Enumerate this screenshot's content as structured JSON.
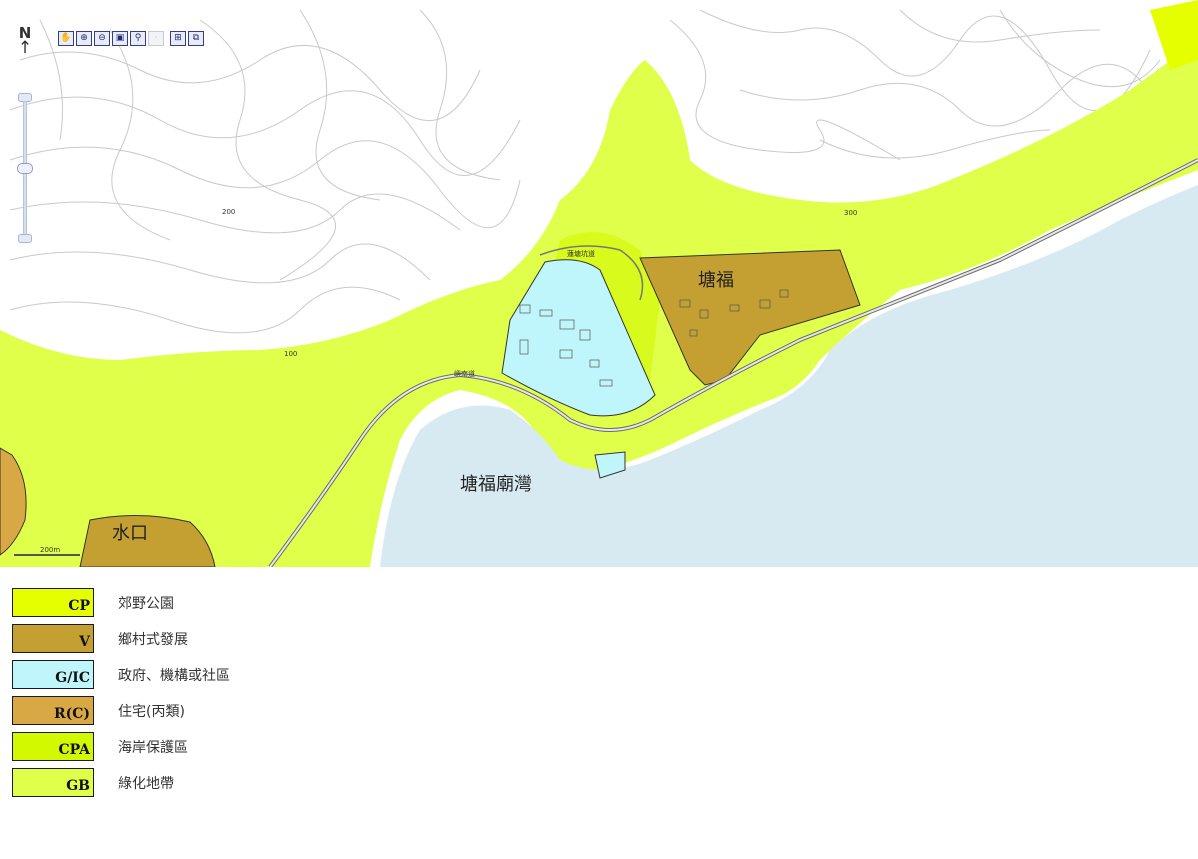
{
  "map": {
    "north_label": "N",
    "toolbar_tools": [
      {
        "name": "pan-icon",
        "glyph": "✋"
      },
      {
        "name": "zoom-in-icon",
        "glyph": "⊕"
      },
      {
        "name": "zoom-out-icon",
        "glyph": "⊖"
      },
      {
        "name": "full-extent-icon",
        "glyph": "▣"
      },
      {
        "name": "identify-icon",
        "glyph": "⚲"
      },
      {
        "name": "disabled-tool-icon",
        "glyph": "·",
        "disabled": true
      },
      {
        "name": "center-icon",
        "glyph": "⊞"
      },
      {
        "name": "zoom-box-icon",
        "glyph": "⧉"
      }
    ],
    "places": {
      "tong_fuk": "塘福",
      "tong_fuk_miu_wan": "塘福廟灣",
      "shui_hau": "水口"
    },
    "roads": {
      "south_lantau_road": "嶼南道",
      "road_north": "蓮塘坑道"
    },
    "contours": {
      "c200": "200",
      "c100": "100",
      "c300": "300"
    },
    "scale_label": "200m",
    "colors": {
      "cp": "#e6ff00",
      "v": "#c4a033",
      "gic": "#bff6fb",
      "rc": "#d8a845",
      "cpa": "#d2f900",
      "gb": "#e0ff4a",
      "sea": "#d7eaf1",
      "land_bg": "#ffffff"
    }
  },
  "legend": [
    {
      "code": "CP",
      "label": "郊野公園",
      "color": "#e6ff00"
    },
    {
      "code": "V",
      "label": "鄉村式發展",
      "color": "#c4a033"
    },
    {
      "code": "G/IC",
      "label": "政府、機構或社區",
      "color": "#bff6fb"
    },
    {
      "code": "R(C)",
      "label": "住宅(丙類)",
      "color": "#d8a845"
    },
    {
      "code": "CPA",
      "label": "海岸保護區",
      "color": "#d2f900"
    },
    {
      "code": "GB",
      "label": "綠化地帶",
      "color": "#e0ff4a"
    }
  ]
}
